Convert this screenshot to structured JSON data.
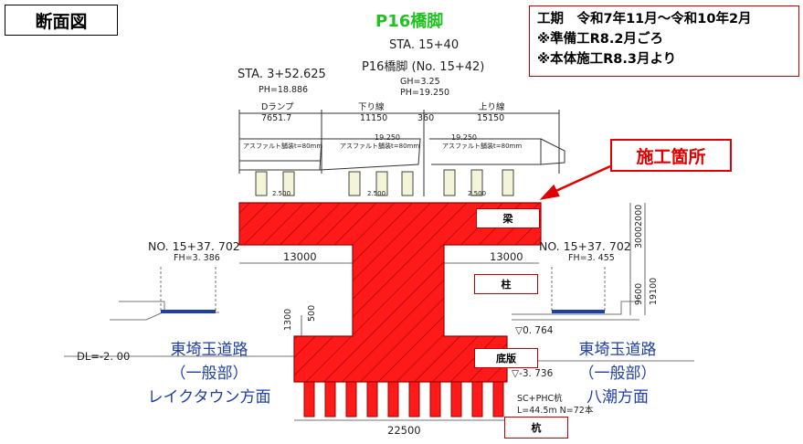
{
  "header": {
    "title": "断面図",
    "pier_name": "P16橋脚"
  },
  "schedule": {
    "line1": "工期　令和7年11月～令和10年2月",
    "line2": "※準備工R8.2月ごろ",
    "line3": "※本体施工R8.3月より"
  },
  "callout": {
    "label": "施工箇所"
  },
  "drawing": {
    "sta_center": "STA. 15+40",
    "pier_no": "P16橋脚 (No. 15+42)",
    "gh": "GH=3.25",
    "ph_center": "PH=19.250",
    "sta_left": "STA. 3+52.625",
    "ph_left": "PH=18.886",
    "ramp_label": "Dランプ",
    "down_label": "下り線",
    "up_label": "上り線",
    "dim_ramp": "7651.7",
    "dim_down": "11150",
    "dim_gap": "360",
    "dim_up": "15150",
    "asphalt_left": "アスファルト舗装t=80mm",
    "asphalt_mid": "アスファルト舗装t=80mm",
    "asphalt_right": "アスファルト舗装t=80mm",
    "elev_mid": "19.250",
    "elev_right": "19.250",
    "dim_top_left": "2.500",
    "dim_top_mid": "2.500",
    "dim_top_right": "2.500",
    "no_left": "NO. 15+37. 702",
    "fh_left": "FH=3. 386",
    "no_right": "NO. 15+37. 702",
    "fh_right": "FH=3. 455",
    "span_left": "13000",
    "span_right": "13000",
    "dim_2000": "2000",
    "dim_3000": "3000",
    "dim_9600": "9600",
    "dim_19100": "19100",
    "dim_1300": "1300",
    "dim_500": "500",
    "level_0764": "▽0. 764",
    "level_3736": "▽-3. 736",
    "dl": "DL=-2. 00",
    "pile_spec": "SC+PHC杭",
    "pile_len": "L=44.5m N=72本",
    "width_base": "22500"
  },
  "parts": {
    "beam": "梁",
    "column": "柱",
    "footing": "底版",
    "pile": "杭"
  },
  "roads": {
    "left_line1": "東埼玉道路",
    "left_line2": "（一般部）",
    "left_line3": "レイクタウン方面",
    "right_line1": "東埼玉道路",
    "right_line2": "（一般部）",
    "right_line3": "八潮方面"
  },
  "colors": {
    "structure_red": "#ff1a1a",
    "callout_red": "#e00000",
    "pier_title_green": "#22c022",
    "road_blue": "#1f3fa6"
  }
}
